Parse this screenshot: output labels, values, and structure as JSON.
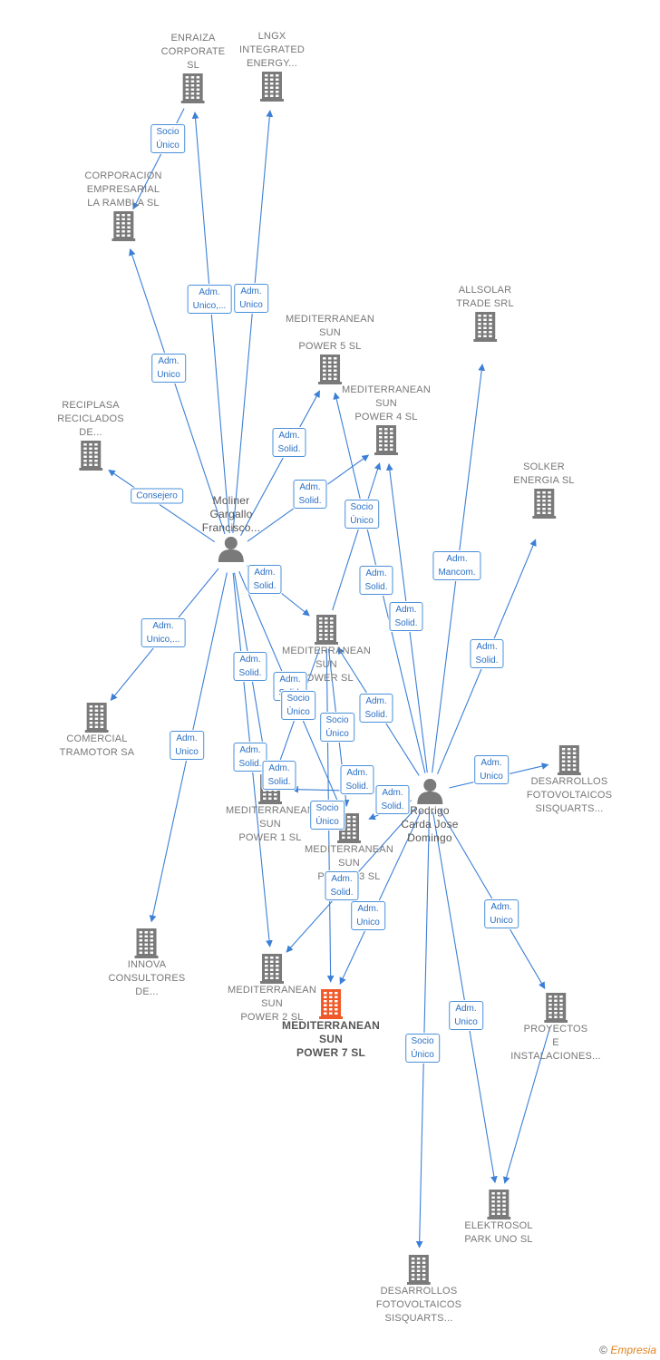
{
  "colors": {
    "edge": "#3b7fd6",
    "building": "#7a7a7a",
    "main": "#f05a28",
    "label_text": "#2a6fc4"
  },
  "nodes": [
    {
      "id": "enraiza",
      "type": "company",
      "label": "ENRAIZA\nCORPORATE\nSL"
    },
    {
      "id": "lngx",
      "type": "company",
      "label": "LNGX\nINTEGRATED\nENERGY..."
    },
    {
      "id": "corporacion",
      "type": "company",
      "label": "CORPORACION\nEMPRESARIAL\nLA RAMBLA SL"
    },
    {
      "id": "allsolar",
      "type": "company",
      "label": "ALLSOLAR\nTRADE SRL"
    },
    {
      "id": "msp5",
      "type": "company",
      "label": "MEDITERRANEAN\nSUN\nPOWER 5 SL"
    },
    {
      "id": "msp4",
      "type": "company",
      "label": "MEDITERRANEAN\nSUN\nPOWER 4 SL"
    },
    {
      "id": "reciplasa",
      "type": "company",
      "label": "RECIPLASA\nRECICLADOS\nDE..."
    },
    {
      "id": "solker",
      "type": "company",
      "label": "SOLKER\nENERGIA SL"
    },
    {
      "id": "moliner",
      "type": "person",
      "label": "Moliner\nGargallo\nFrancisco..."
    },
    {
      "id": "msp",
      "type": "company",
      "label": "MEDITERRANEAN\nSUN\nPOWER SL"
    },
    {
      "id": "comercial",
      "type": "company",
      "label": "COMERCIAL\nTRAMOTOR SA"
    },
    {
      "id": "desarrollos1",
      "type": "company",
      "label": "DESARROLLOS\nFOTOVOLTAICOS\nSISQUARTS..."
    },
    {
      "id": "rodrigo",
      "type": "person",
      "label": "Rodrigo\nCarda Jose\nDomingo"
    },
    {
      "id": "msp1",
      "type": "company",
      "label": "MEDITERRANEAN\nSUN\nPOWER 1 SL"
    },
    {
      "id": "msp3",
      "type": "company",
      "label": "MEDITERRANEAN\nSUN\nPOWER 3 SL"
    },
    {
      "id": "innova",
      "type": "company",
      "label": "INNOVA\nCONSULTORES\nDE..."
    },
    {
      "id": "msp2",
      "type": "company",
      "label": "MEDITERRANEAN\nSUN\nPOWER 2 SL"
    },
    {
      "id": "msp7",
      "type": "main",
      "label": "MEDITERRANEAN\nSUN\nPOWER 7 SL"
    },
    {
      "id": "proyectos",
      "type": "company",
      "label": "PROYECTOS\nE\nINSTALACIONES..."
    },
    {
      "id": "elektrosol",
      "type": "company",
      "label": "ELEKTROSOL\nPARK UNO SL"
    },
    {
      "id": "desarrollos2",
      "type": "company",
      "label": "DESARROLLOS\nFOTOVOLTAICOS\nSISQUARTS..."
    }
  ],
  "edges": [
    {
      "from": "enraiza",
      "to": "corporacion",
      "label": "Socio\nÚnico"
    },
    {
      "from": "moliner",
      "to": "enraiza",
      "label": "Adm.\nUnico,..."
    },
    {
      "from": "moliner",
      "to": "lngx",
      "label": "Adm.\nUnico"
    },
    {
      "from": "moliner",
      "to": "corporacion",
      "label": "Adm.\nUnico"
    },
    {
      "from": "moliner",
      "to": "reciplasa",
      "label": "Consejero"
    },
    {
      "from": "moliner",
      "to": "msp5",
      "label": "Adm.\nSolid."
    },
    {
      "from": "moliner",
      "to": "msp4",
      "label": "Adm.\nSolid."
    },
    {
      "from": "moliner",
      "to": "msp",
      "label": "Adm.\nSolid."
    },
    {
      "from": "moliner",
      "to": "comercial",
      "label": "Adm.\nUnico,..."
    },
    {
      "from": "moliner",
      "to": "innova",
      "label": "Adm.\nUnico"
    },
    {
      "from": "moliner",
      "to": "msp1",
      "label": "Adm.\nSolid."
    },
    {
      "from": "moliner",
      "to": "msp3",
      "label": "Adm.\nSolid."
    },
    {
      "from": "moliner",
      "to": "msp2",
      "label": "Adm.\nSolid."
    },
    {
      "from": "msp",
      "to": "msp4",
      "label": "Socio\nÚnico"
    },
    {
      "from": "msp",
      "to": "msp1",
      "label": "Socio\nÚnico"
    },
    {
      "from": "msp",
      "to": "msp3",
      "label": "Socio\nÚnico"
    },
    {
      "from": "msp",
      "to": "msp7",
      "label": "Socio\nÚnico"
    },
    {
      "from": "rodrigo",
      "to": "msp5",
      "label": "Adm.\nSolid."
    },
    {
      "from": "rodrigo",
      "to": "msp4",
      "label": "Adm.\nSolid."
    },
    {
      "from": "rodrigo",
      "to": "allsolar",
      "label": "Adm.\nMancom."
    },
    {
      "from": "rodrigo",
      "to": "solker",
      "label": "Adm.\nSolid."
    },
    {
      "from": "rodrigo",
      "to": "msp",
      "label": "Adm.\nSolid."
    },
    {
      "from": "rodrigo",
      "to": "desarrollos1",
      "label": "Adm.\nUnico"
    },
    {
      "from": "rodrigo",
      "to": "msp1",
      "label": "Adm.\nSolid."
    },
    {
      "from": "rodrigo",
      "to": "msp3",
      "label": "Adm.\nSolid."
    },
    {
      "from": "rodrigo",
      "to": "msp2",
      "label": "Adm.\nSolid."
    },
    {
      "from": "rodrigo",
      "to": "msp7",
      "label": "Adm.\nSolid."
    },
    {
      "from": "rodrigo",
      "to": "proyectos",
      "label": "Adm.\nUnico"
    },
    {
      "from": "rodrigo",
      "to": "elektrosol",
      "label": "Adm.\nUnico"
    },
    {
      "from": "rodrigo",
      "to": "desarrollos2",
      "label": "Adm.\nUnico"
    },
    {
      "from": "proyectos",
      "to": "elektrosol",
      "label": "Socio\nÚnico"
    }
  ],
  "footer": {
    "copyright": "©",
    "brand": "Empresia"
  }
}
